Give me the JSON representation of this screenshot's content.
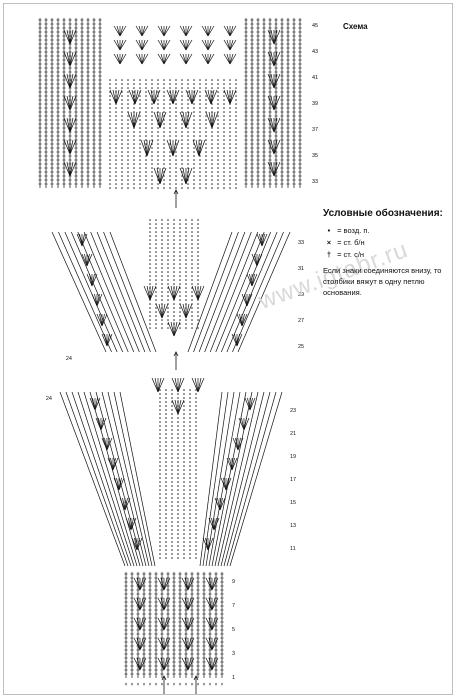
{
  "title": "Схема",
  "watermark": "www.igtabr.ru",
  "legend": {
    "heading": "Условные обозначения:",
    "items": [
      {
        "symbol": "•",
        "text": "= возд. п."
      },
      {
        "symbol": "×",
        "text": "= ст. б/н"
      },
      {
        "symbol": "†",
        "text": "= ст. с/н"
      }
    ],
    "note": "Если знаки соединяются внизу, то столбики вяжут в одну петлю основания."
  },
  "row_labels": {
    "top": [
      "45",
      "43",
      "41",
      "39",
      "37",
      "35",
      "33"
    ],
    "yoke_right": [
      "33",
      "31",
      "29",
      "27",
      "25"
    ],
    "yoke_left": [
      "24"
    ],
    "body_left": [
      "24"
    ],
    "body_right": [
      "23",
      "21",
      "19",
      "17",
      "15",
      "13",
      "11"
    ],
    "bottom": [
      "9",
      "7",
      "5",
      "3",
      "1"
    ]
  }
}
